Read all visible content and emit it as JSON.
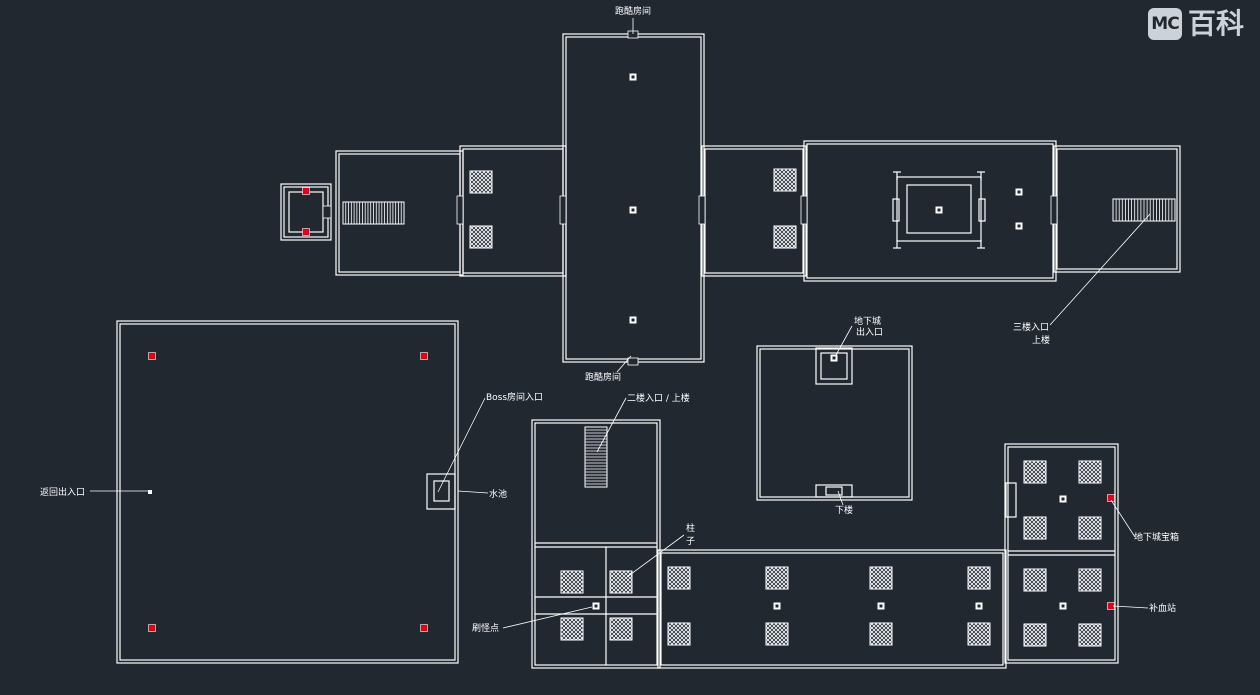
{
  "logo": {
    "badge": "MC",
    "text": "百科"
  },
  "labels": {
    "ambush_top": "跑酷房间",
    "ambush_bottom": "跑酷房间",
    "floor3_entrance": "三楼入口",
    "go_upstairs": "上楼",
    "dungeon_exit_line1": "地下城",
    "dungeon_exit_line2": "出入口",
    "go_downstairs": "下楼",
    "floor2_entrance": "二楼入口 / 上楼",
    "boss_entrance": "Boss房间入口",
    "return_entrance": "返回出入口",
    "pool": "水池",
    "pillar_line1": "柱",
    "pillar_line2": "子",
    "spawner": "刷怪点",
    "dungeon_chest": "地下城宝箱",
    "heal_station": "补血站"
  },
  "colors": {
    "background": "#212830",
    "wall": "#ffffff",
    "marker_red": "#e0001b",
    "logo": "#cdd2d8"
  }
}
